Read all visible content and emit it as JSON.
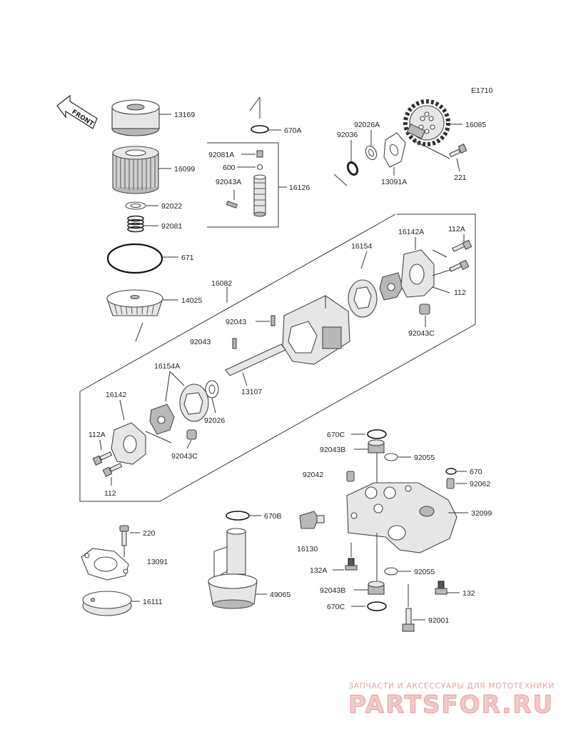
{
  "diagram": {
    "code": "E1710",
    "front_label": "FRONT",
    "labels": {
      "p13169": "13169",
      "p16099": "16099",
      "p92022": "92022",
      "p92081": "92081",
      "p671": "671",
      "p14025": "14025",
      "p670A": "670A",
      "p92081A": "92081A",
      "p600": "600",
      "p92043A": "92043A",
      "p16126": "16126",
      "p92026A": "92026A",
      "p92036": "92036",
      "p13091A": "13091A",
      "p16085": "16085",
      "p221": "221",
      "p16082": "16082",
      "p16154": "16154",
      "p16142A": "16142A",
      "p112A_top": "112A",
      "p112_top": "112",
      "p92043C_top": "92043C",
      "p92043_a": "92043",
      "p92043_b": "92043",
      "p13107": "13107",
      "p16154A": "16154A",
      "p92026": "92026",
      "p16142": "16142",
      "p112A_bot": "112A",
      "p92043C_bot": "92043C",
      "p112_bot": "112",
      "p670C_top": "670C",
      "p92043B_top": "92043B",
      "p92055_top": "92055",
      "p92042": "92042",
      "p670": "670",
      "p92062": "92062",
      "p32099": "32099",
      "p16130": "16130",
      "p132A": "132A",
      "p92055_bot": "92055",
      "p132": "132",
      "p92043B_bot": "92043B",
      "p670C_bot": "670C",
      "p92001": "92001",
      "p670B": "670B",
      "p49065": "49065",
      "p220": "220",
      "p13091": "13091",
      "p16111": "16111"
    }
  },
  "watermark": {
    "tagline": "ЗАПЧАСТИ И АКСЕССУАРЫ ДЛЯ МОТОТЕХНИКИ",
    "brand": "PARTSFOR.RU"
  }
}
